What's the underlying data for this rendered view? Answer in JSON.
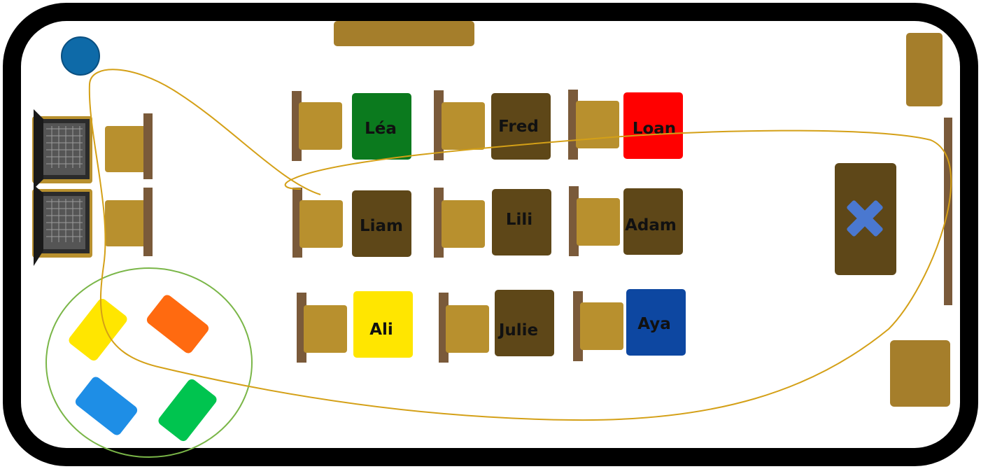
{
  "classroom": {
    "students": [
      {
        "name": "Léa",
        "color": "#0b7a1e",
        "text_color": "#111111"
      },
      {
        "name": "Fred",
        "color": "#5e4718",
        "text_color": "#111111"
      },
      {
        "name": "Loan",
        "color": "#ff0000",
        "text_color": "#111111"
      },
      {
        "name": "Liam",
        "color": "#5e4718",
        "text_color": "#111111"
      },
      {
        "name": "Lili",
        "color": "#5e4718",
        "text_color": "#111111"
      },
      {
        "name": "Adam",
        "color": "#5e4718",
        "text_color": "#111111"
      },
      {
        "name": "Ali",
        "color": "#ffe600",
        "text_color": "#111111"
      },
      {
        "name": "Julie",
        "color": "#5e4718",
        "text_color": "#111111"
      },
      {
        "name": "Aya",
        "color": "#0d47a1",
        "text_color": "#111111"
      }
    ],
    "colors": {
      "wall": "#000000",
      "chair": "#b8902e",
      "chair_back": "#7a5a3a",
      "furniture": "#a57e2b",
      "teacher_desk": "#5e4718",
      "marker": "#4a78d0",
      "path": "#d4a017",
      "group_circle": "#7ab648",
      "disc": "#0e6aa8"
    },
    "teacher_desk_icon": "x-mark-icon",
    "computer_icon": "laptop-icon",
    "group_cards": [
      {
        "color": "#ffe600"
      },
      {
        "color": "#ff6a10"
      },
      {
        "color": "#1e8ee6"
      },
      {
        "color": "#00c44f"
      }
    ]
  }
}
